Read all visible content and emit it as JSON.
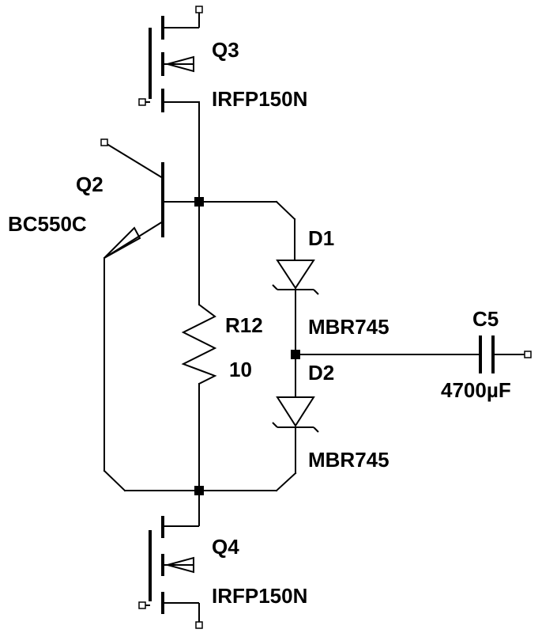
{
  "components": {
    "q3": {
      "ref": "Q3",
      "part": "IRFP150N"
    },
    "q2": {
      "ref": "Q2",
      "part": "BC550C"
    },
    "q4": {
      "ref": "Q4",
      "part": "IRFP150N"
    },
    "r12": {
      "ref": "R12",
      "value": "10"
    },
    "d1": {
      "ref": "D1",
      "part": "MBR745"
    },
    "d2": {
      "ref": "D2",
      "part": "MBR745"
    },
    "c5": {
      "ref": "C5",
      "value": "4700µF"
    }
  }
}
